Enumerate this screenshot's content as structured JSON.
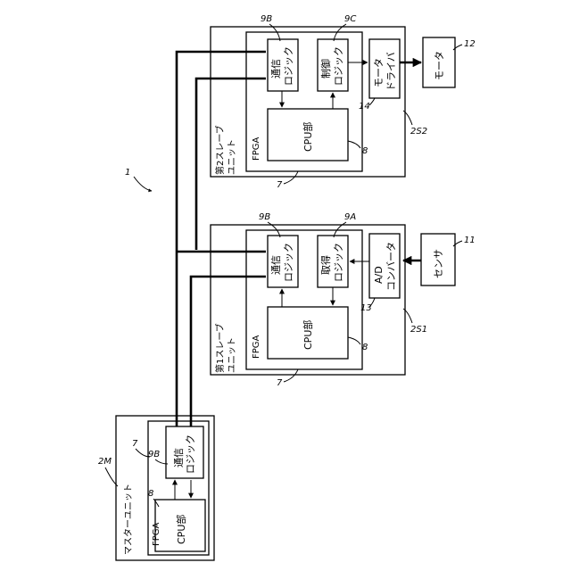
{
  "system_ref": "1",
  "master": {
    "ref": "2M",
    "title": "マスターユニット",
    "fpga_label": "FPGA",
    "fpga_ref": "7",
    "cpu": {
      "label": "CPU部",
      "ref": "8"
    },
    "comm": {
      "line1": "通信",
      "line2": "ロジック",
      "ref": "9B"
    }
  },
  "slave1": {
    "ref": "2S1",
    "title_line1": "第1スレーブ",
    "title_line2": "ユニット",
    "fpga_label": "FPGA",
    "fpga_ref": "7",
    "cpu": {
      "label": "CPU部",
      "ref": "8"
    },
    "comm": {
      "line1": "通信",
      "line2": "ロジック",
      "ref": "9B"
    },
    "acq": {
      "line1": "取得",
      "line2": "ロジック",
      "ref": "9A"
    },
    "adc": {
      "line1": "A/D",
      "line2": "コンバータ",
      "ref": "13"
    }
  },
  "slave2": {
    "ref": "2S2",
    "title_line1": "第2スレーブ",
    "title_line2": "ユニット",
    "fpga_label": "FPGA",
    "fpga_ref": "7",
    "cpu": {
      "label": "CPU部",
      "ref": "8"
    },
    "comm": {
      "line1": "通信",
      "line2": "ロジック",
      "ref": "9B"
    },
    "ctrl": {
      "line1": "制御",
      "line2": "ロジック",
      "ref": "9C"
    },
    "driver": {
      "line1": "モータ",
      "line2": "ドライバ",
      "ref": "14"
    }
  },
  "sensor": {
    "label": "センサ",
    "ref": "11"
  },
  "motor": {
    "label": "モータ",
    "ref": "12"
  }
}
